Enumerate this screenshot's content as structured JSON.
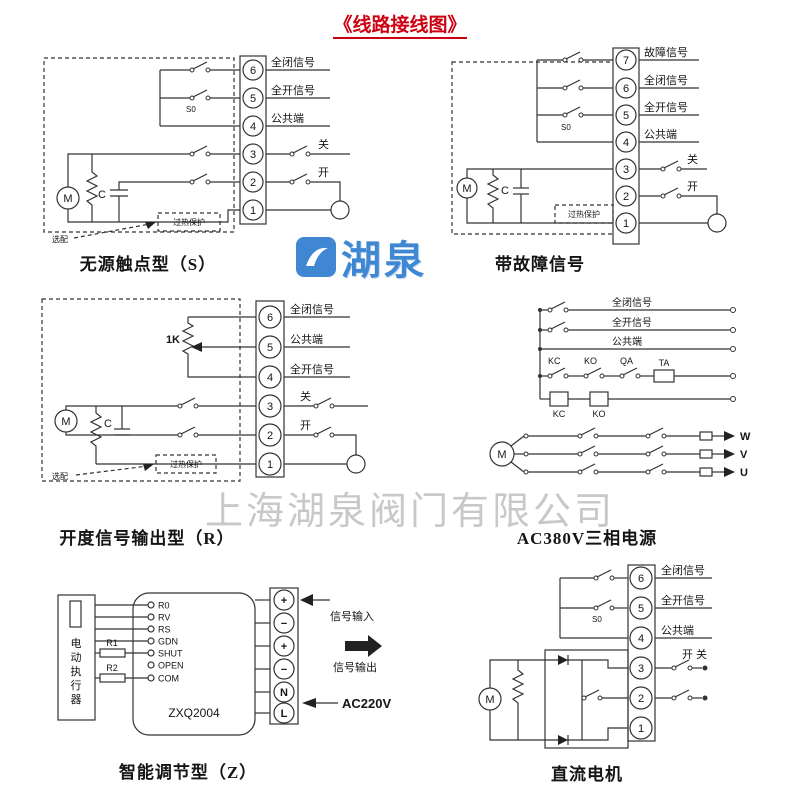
{
  "title": "《线路接线图》",
  "watermark": {
    "logo": "湖泉",
    "company": "上海湖泉阀门有限公司"
  },
  "p1": {
    "caption": "无源触点型（S）",
    "terminals": [
      "6",
      "5",
      "4",
      "3",
      "2",
      "1"
    ],
    "sig_close": "全闭信号",
    "sig_open": "全开信号",
    "common": "公共端",
    "close": "关",
    "open": "开",
    "motor": "M",
    "cap": "C",
    "s0": "S0",
    "optional": "选配",
    "overheat": "过热保护"
  },
  "p2": {
    "caption": "带故障信号",
    "terminals": [
      "7",
      "6",
      "5",
      "4",
      "3",
      "2",
      "1"
    ],
    "fault": "故障信号",
    "sig_close": "全闭信号",
    "sig_open": "全开信号",
    "common": "公共端",
    "close": "关",
    "open": "开",
    "motor": "M",
    "cap": "C",
    "s0": "S0",
    "overheat": "过热保护"
  },
  "p3": {
    "caption": "开度信号输出型（R）",
    "terminals": [
      "6",
      "5",
      "4",
      "3",
      "2",
      "1"
    ],
    "sig_close": "全闭信号",
    "common": "公共端",
    "sig_open": "全开信号",
    "close": "关",
    "open": "开",
    "motor": "M",
    "cap": "C",
    "pot": "1K",
    "optional": "选配",
    "overheat": "过热保护"
  },
  "p4": {
    "caption": "AC380V三相电源",
    "sig_close": "全闭信号",
    "sig_open": "全开信号",
    "common": "公共端",
    "kc": "KC",
    "ko": "KO",
    "qa": "QA",
    "ta": "TA",
    "coil_kc": "KC",
    "coil_ko": "KO",
    "motor": "M",
    "w": "W",
    "v": "V",
    "u": "U"
  },
  "p5": {
    "caption": "智能调节型（Z）",
    "module": "ZXQ2004",
    "pins": [
      "R0",
      "RV",
      "RS",
      "GDN",
      "SHUT",
      "OPEN",
      "COM"
    ],
    "actuator_chars": [
      "电",
      "动",
      "执",
      "行",
      "器"
    ],
    "r1": "R1",
    "r2": "R2",
    "terms": [
      "+",
      "−",
      "+",
      "−",
      "N",
      "L"
    ],
    "sig_in": "信号输入",
    "sig_out": "信号输出",
    "ac": "AC220V"
  },
  "p6": {
    "caption": "直流电机",
    "terminals": [
      "6",
      "5",
      "4",
      "3",
      "2",
      "1"
    ],
    "sig_close": "全闭信号",
    "sig_open": "全开信号",
    "common": "公共端",
    "open_close": "开  关",
    "motor": "M",
    "s0": "S0"
  }
}
